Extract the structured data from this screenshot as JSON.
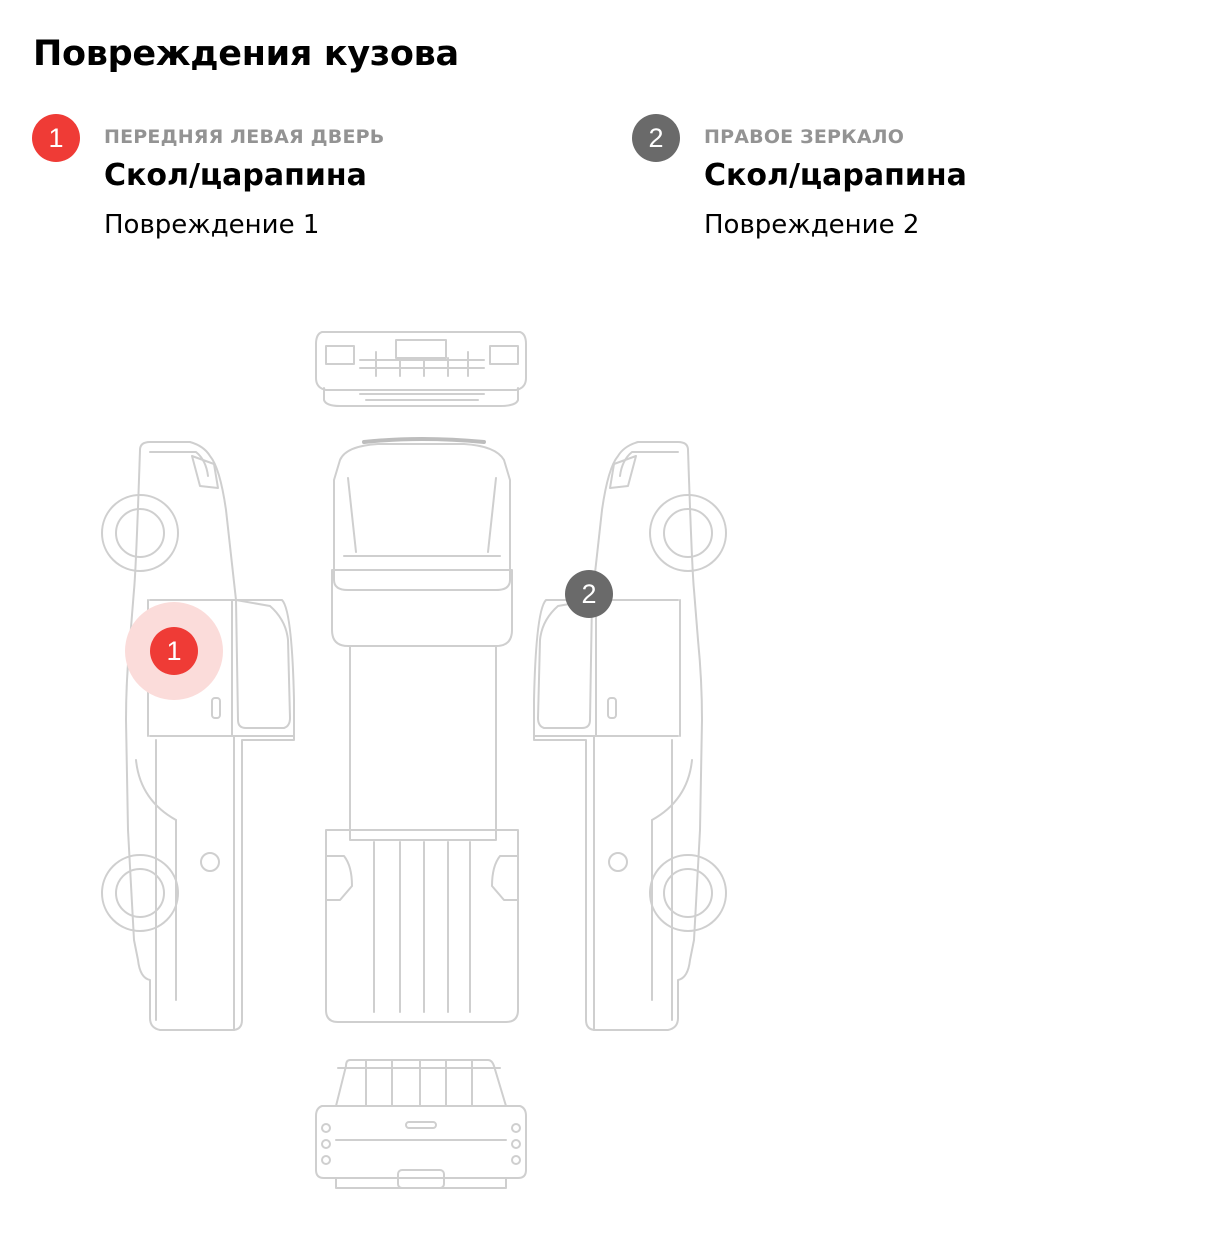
{
  "page": {
    "title": "Повреждения кузова"
  },
  "colors": {
    "damage_active": "#ef3b36",
    "damage_inactive": "#6a6a6a",
    "halo": "#fbdcda",
    "car_outline": "#cfcfcf",
    "location_text": "#939393"
  },
  "damages": [
    {
      "number": "1",
      "location": "ПЕРЕДНЯЯ ЛЕВАЯ ДВЕРЬ",
      "type": "Скол/царапина",
      "label": "Повреждение 1",
      "state": "active"
    },
    {
      "number": "2",
      "location": "ПРАВОЕ ЗЕРКАЛО",
      "type": "Скол/царапина",
      "label": "Повреждение 2",
      "state": "inactive"
    }
  ],
  "diagram": {
    "views": [
      "front",
      "left-side",
      "top",
      "right-side",
      "rear"
    ]
  }
}
